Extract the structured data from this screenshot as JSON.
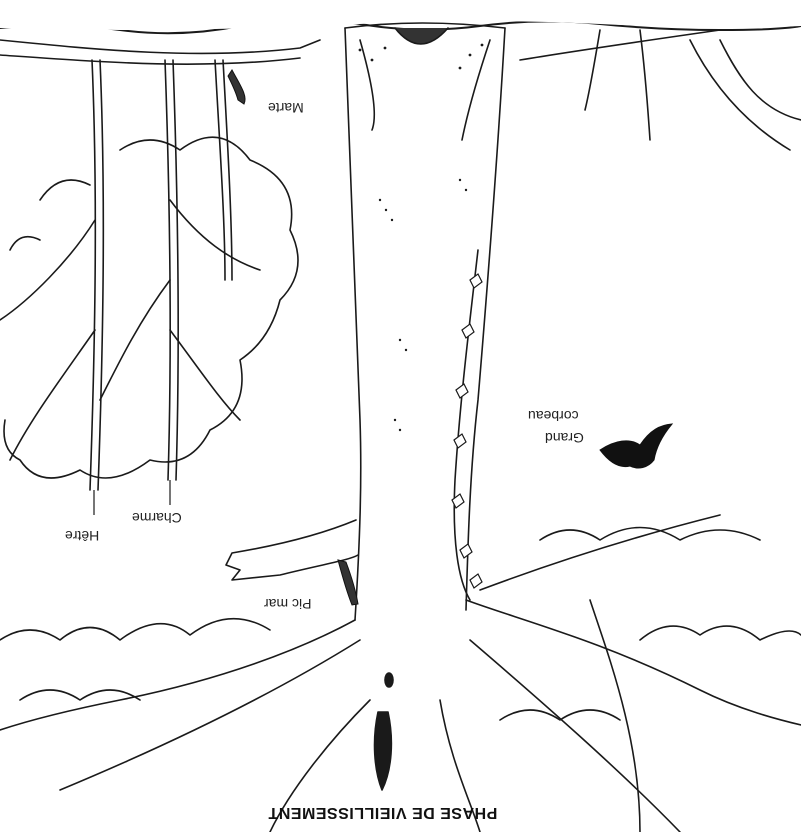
{
  "title": "PHASE DE VIEILLISSEMENT",
  "labels": {
    "marte": "Marte",
    "grand_corbeau_line1": "Grand",
    "grand_corbeau_line2": "corbeau",
    "charme": "Charme",
    "hetre": "Hêtre",
    "pic_mar": "Pic mar"
  },
  "colors": {
    "ink": "#1a1a1a",
    "accent_tab": "#3aa64a",
    "background": "#ffffff"
  }
}
